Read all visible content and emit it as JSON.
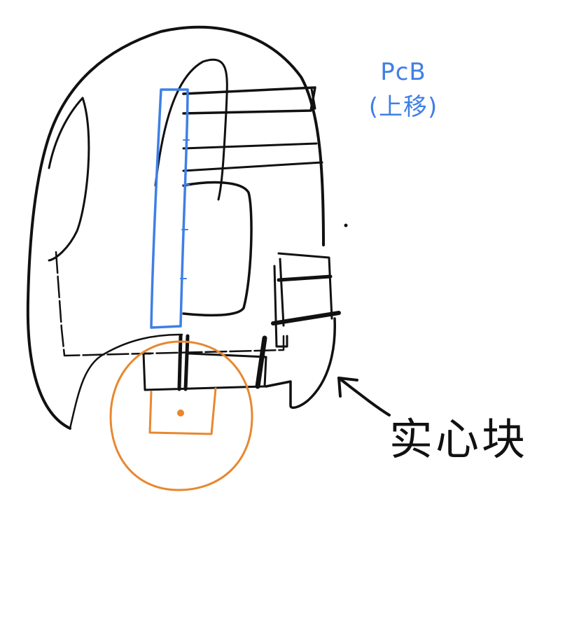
{
  "colors": {
    "ink": "#111111",
    "pcb": "#3F7FE6",
    "wheel": "#E8872E"
  },
  "labels": {
    "pcb_line1": "PcB",
    "pcb_line2": "(上移)",
    "solid_block": "实心块"
  }
}
